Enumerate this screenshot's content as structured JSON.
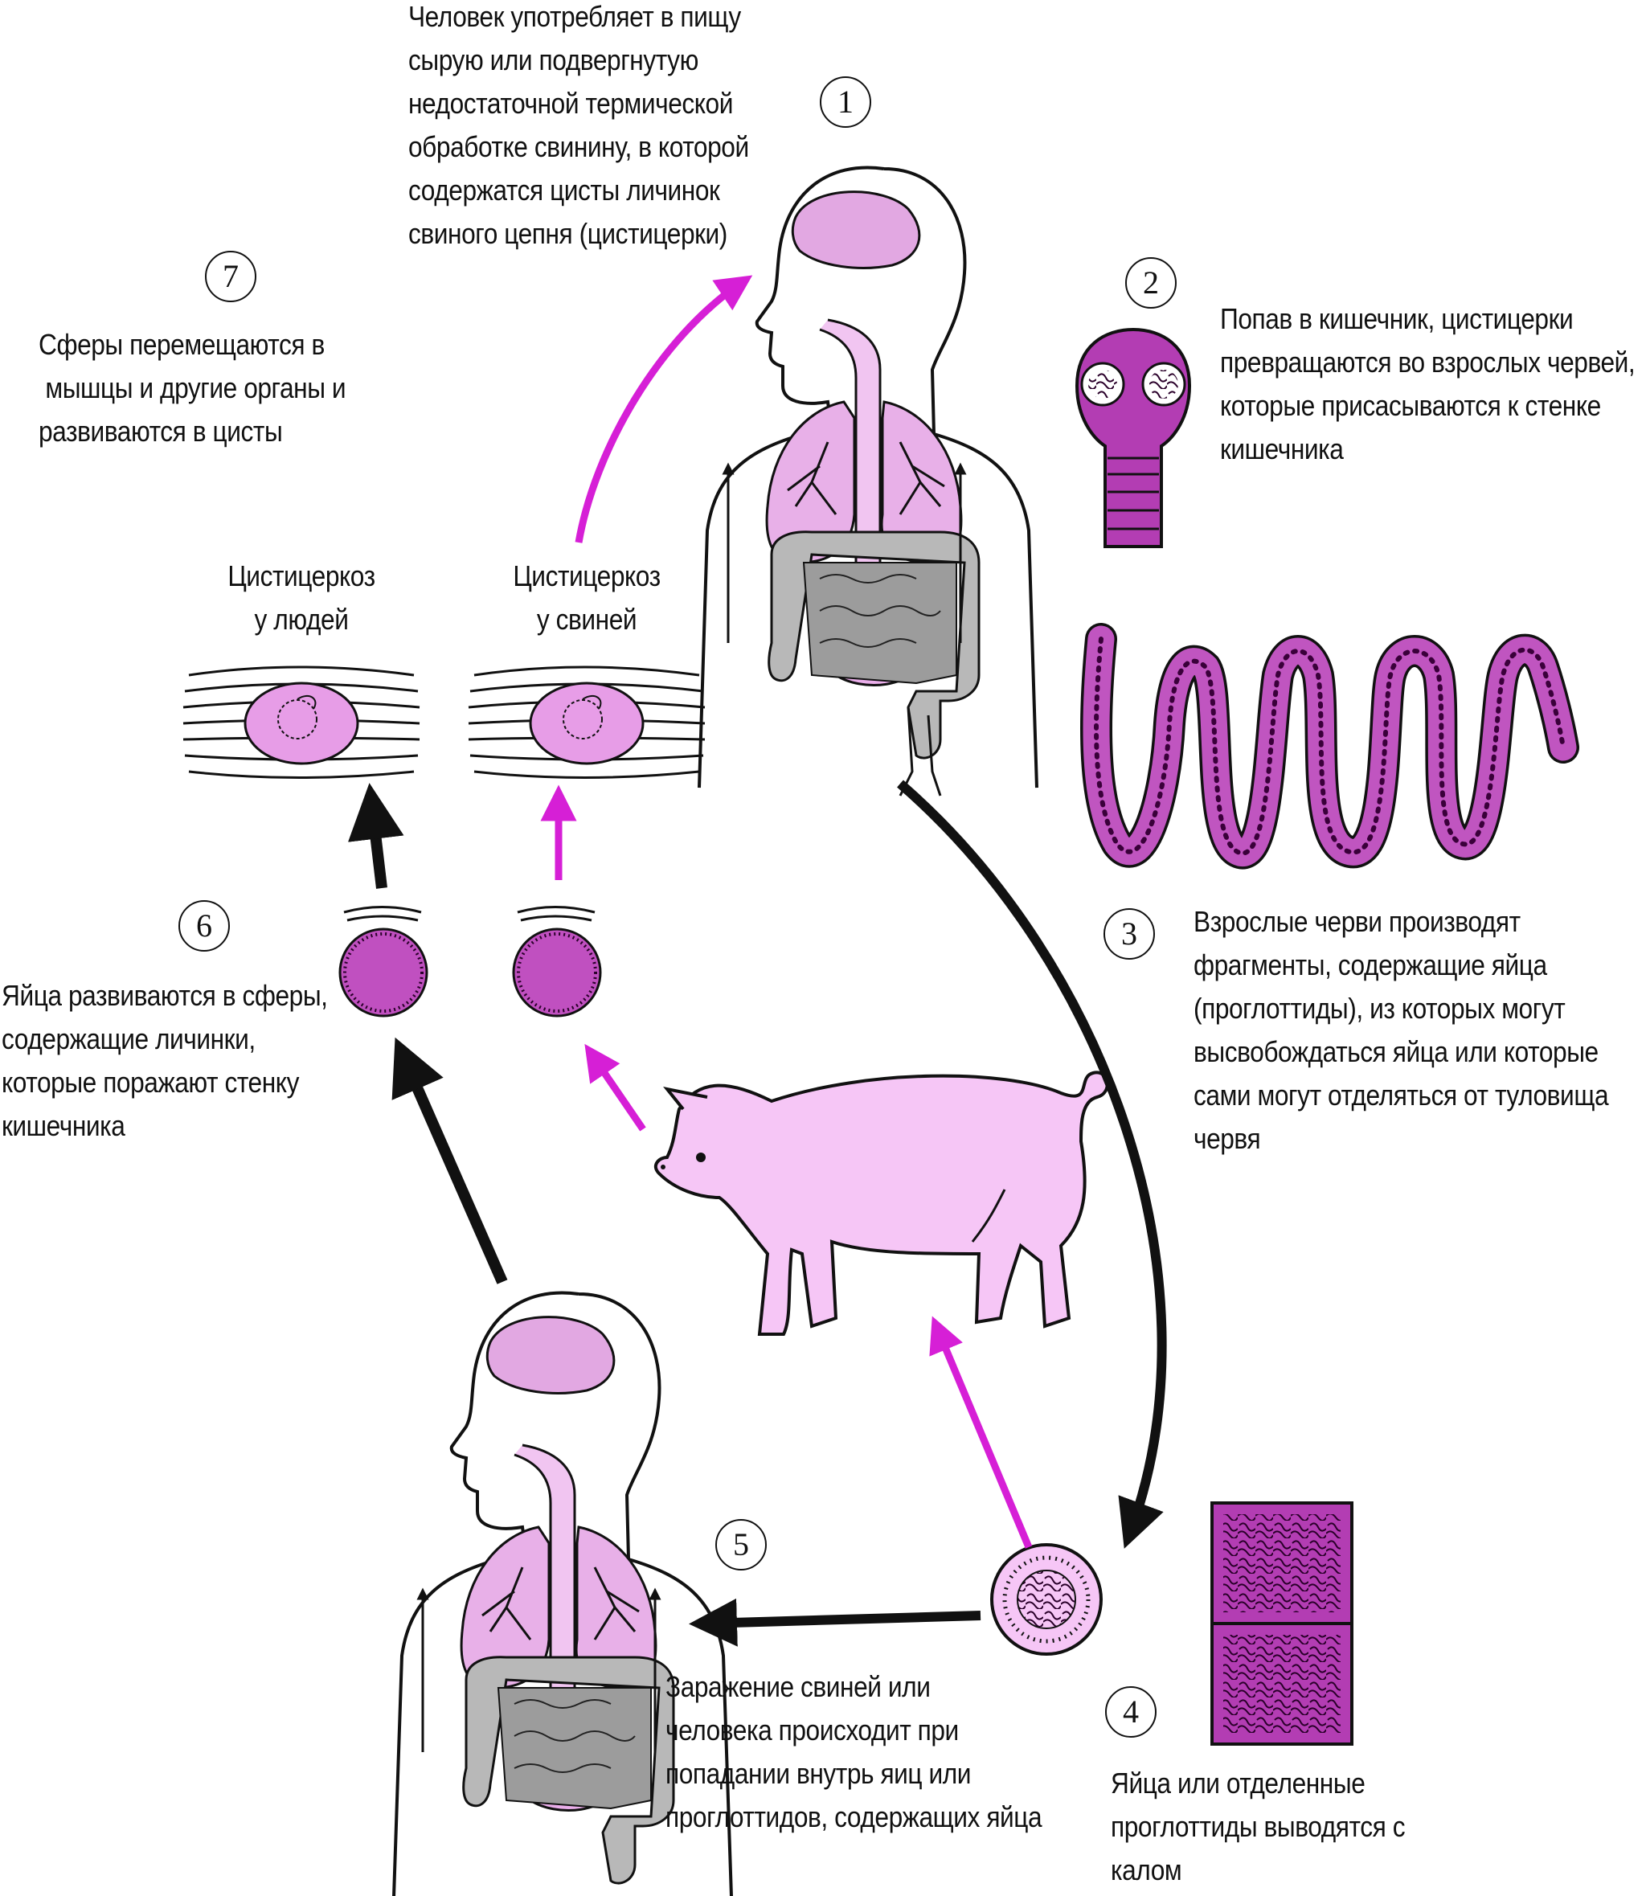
{
  "colors": {
    "magenta_arrow": "#d61fd6",
    "black_arrow": "#111111",
    "pink_light": "#f4c8f4",
    "pink_mid": "#e8a0e8",
    "purple_dark": "#b34cb3",
    "gray_intestine": "#b3b3b3"
  },
  "steps": [
    {
      "num": "1",
      "lines": [
        "Человек употребляет в пищу",
        "сырую или подвергнутую",
        "недостаточной термической",
        "обработке свинину, в которой",
        "содержатся цисты личинок",
        "свиного цепня (цистицерки)"
      ]
    },
    {
      "num": "2",
      "lines": [
        "Попав в кишечник, цистицерки",
        "превращаются во взрослых червей,",
        "которые присасываются к стенке",
        "кишечника"
      ]
    },
    {
      "num": "3",
      "lines": [
        "Взрослые черви производят",
        "фрагменты, содержащие яйца",
        "(проглоттиды), из которых могут",
        "высвобождаться яйца или которые",
        "сами могут отделяться от туловища",
        "червя"
      ]
    },
    {
      "num": "4",
      "lines": [
        "Яйца или отделенные",
        "проглоттиды выводятся с",
        "калом"
      ]
    },
    {
      "num": "5",
      "lines": [
        "Заражение свиней или",
        "человека происходит при",
        "попадании внутрь яиц или",
        "проглоттидов, содержащих яйца"
      ]
    },
    {
      "num": "6",
      "lines": [
        "Яйца развиваются в сферы,",
        "содержащие личинки,",
        "которые поражают стенку",
        "кишечника"
      ]
    },
    {
      "num": "7",
      "lines": [
        "Сферы перемещаются в",
        " мышцы и другие органы и",
        "развиваются в цисты"
      ]
    }
  ],
  "labels": {
    "cyst_humans": [
      "Цистицеркоз",
      "у людей"
    ],
    "cyst_pigs": [
      "Цистицеркоз",
      "у свиней"
    ]
  },
  "icons": [
    "human-body-icon",
    "tapeworm-scolex-icon",
    "tapeworm-strobila-icon",
    "egg-icon",
    "proglottid-icon",
    "pig-icon",
    "sphere-icon",
    "muscle-cyst-icon"
  ]
}
